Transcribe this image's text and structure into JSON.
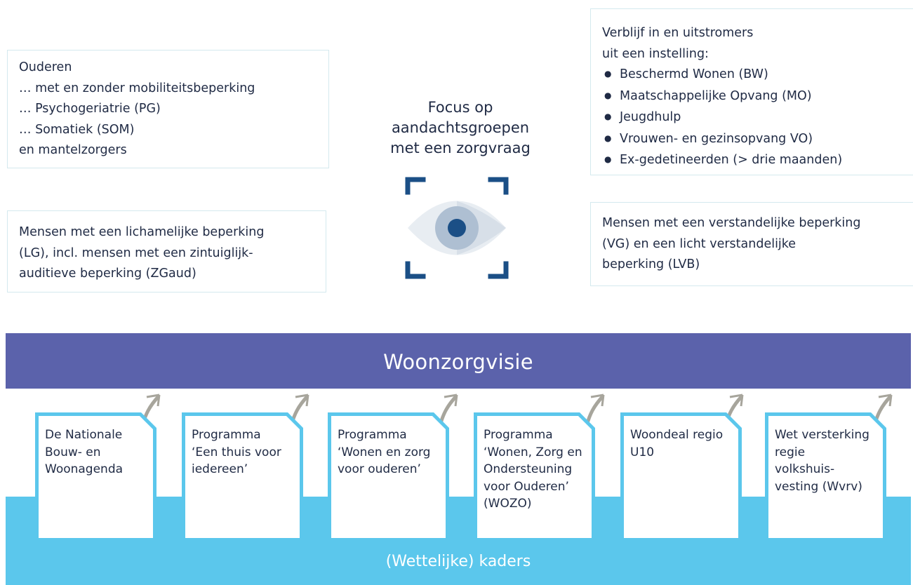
{
  "left_boxes": {
    "ouderen": [
      "Ouderen",
      "… met en zonder mobiliteitsbeperking",
      "… Psychogeriatrie (PG)",
      "… Somatiek (SOM)",
      "en mantelzorgers"
    ],
    "lg": [
      "Mensen met een lichamelijke beperking",
      "(LG), incl. mensen met een zintuiglijk-",
      "auditieve beperking (ZGaud)"
    ]
  },
  "focus": {
    "lines": [
      "Focus op",
      "aandachtsgroepen",
      "met een zorgvraag"
    ],
    "icon": "eye-icon"
  },
  "right_boxes": {
    "verblijf_intro": [
      "Verblijf in en uitstromers",
      "uit een instelling:"
    ],
    "verblijf_items": [
      "Beschermd Wonen (BW)",
      "Maatschappelijke Opvang (MO)",
      "Jeugdhulp",
      "Vrouwen- en gezinsopvang VO)",
      "Ex-gedetineerden (> drie maanden)"
    ],
    "vg": [
      "Mensen met een verstandelijke beperking",
      "(VG) en een licht verstandelijke",
      "beperking (LVB)"
    ]
  },
  "banner": {
    "title": "Woonzorgvisie"
  },
  "base": {
    "title": "(Wettelijke) kaders"
  },
  "documents": [
    {
      "lines": [
        "De Nationale",
        "Bouw- en",
        "Woonagenda"
      ]
    },
    {
      "lines": [
        "Programma",
        "‘Een thuis voor",
        "iedereen’"
      ]
    },
    {
      "lines": [
        "Programma",
        "‘Wonen en zorg",
        "voor ouderen’"
      ]
    },
    {
      "lines": [
        "Programma",
        "‘Wonen, Zorg en",
        "Ondersteuning",
        "voor Ouderen’",
        "(WOZO)"
      ]
    },
    {
      "lines": [
        "Woondeal regio",
        "U10"
      ]
    },
    {
      "lines": [
        "Wet versterking",
        "regie",
        "volkshuis-",
        "vesting (Wvrv)"
      ]
    }
  ],
  "colors": {
    "banner": "#5b62ab",
    "base": "#5bc7ec",
    "doc_border": "#5bc7ec",
    "box_border": "#d4e9ee",
    "eye_dark": "#1b4f86",
    "arrow": "#a7a59c",
    "text": "#1f2a44"
  }
}
